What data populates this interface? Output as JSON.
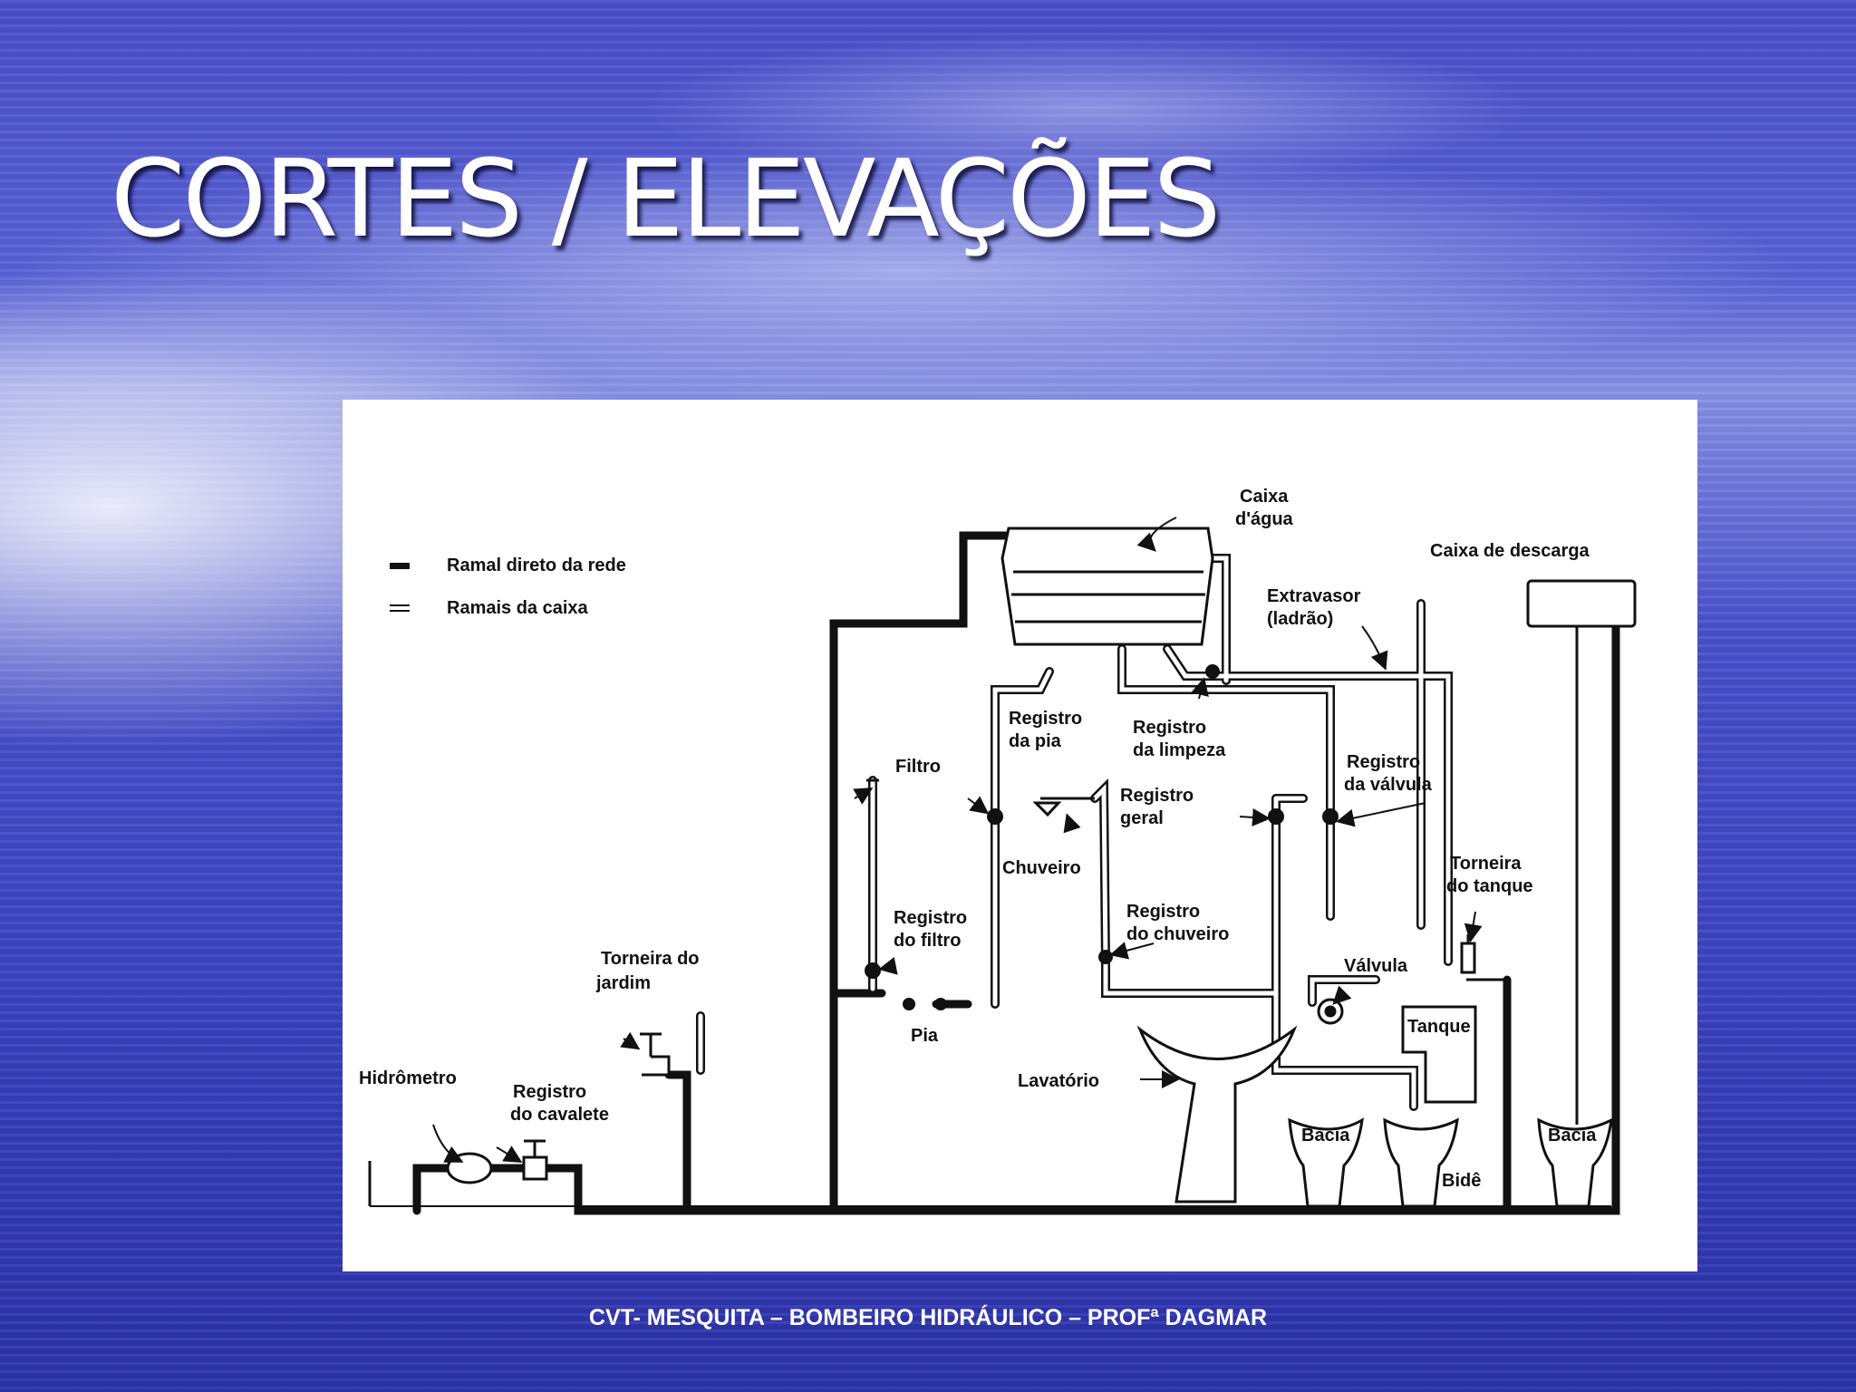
{
  "slide": {
    "title": "CORTES / ELEVAÇÕES",
    "footer": "CVT- MESQUITA – BOMBEIRO HIDRÁULICO – PROFª DAGMAR"
  },
  "diagram": {
    "legend": {
      "direct": "Ramal direto da rede",
      "box": "Ramais da caixa"
    },
    "labels": {
      "caixa_dagua_1": "Caixa",
      "caixa_dagua_2": "d'água",
      "caixa_descarga": "Caixa de descarga",
      "extravasor_1": "Extravasor",
      "extravasor_2": "(ladrão)",
      "registro_pia_1": "Registro",
      "registro_pia_2": "da pia",
      "registro_limpeza_1": "Registro",
      "registro_limpeza_2": "da limpeza",
      "registro_valvula_1": "Registro",
      "registro_valvula_2": "da válvula",
      "filtro": "Filtro",
      "registro_geral_1": "Registro",
      "registro_geral_2": "geral",
      "chuveiro": "Chuveiro",
      "torneira_tanque_1": "Torneira",
      "torneira_tanque_2": "do tanque",
      "registro_filtro_1": "Registro",
      "registro_filtro_2": "do filtro",
      "registro_chuveiro_1": "Registro",
      "registro_chuveiro_2": "do chuveiro",
      "valvula": "Válvula",
      "torneira_jardim_1": "Torneira do",
      "torneira_jardim_2": "jardim",
      "pia": "Pia",
      "tanque": "Tanque",
      "lavatorio": "Lavatório",
      "hidrometro": "Hidrômetro",
      "registro_cavalete_1": "Registro",
      "registro_cavalete_2": "do cavalete",
      "bacia_1": "Bacia",
      "bide": "Bidê",
      "bacia_2": "Bacia"
    }
  }
}
